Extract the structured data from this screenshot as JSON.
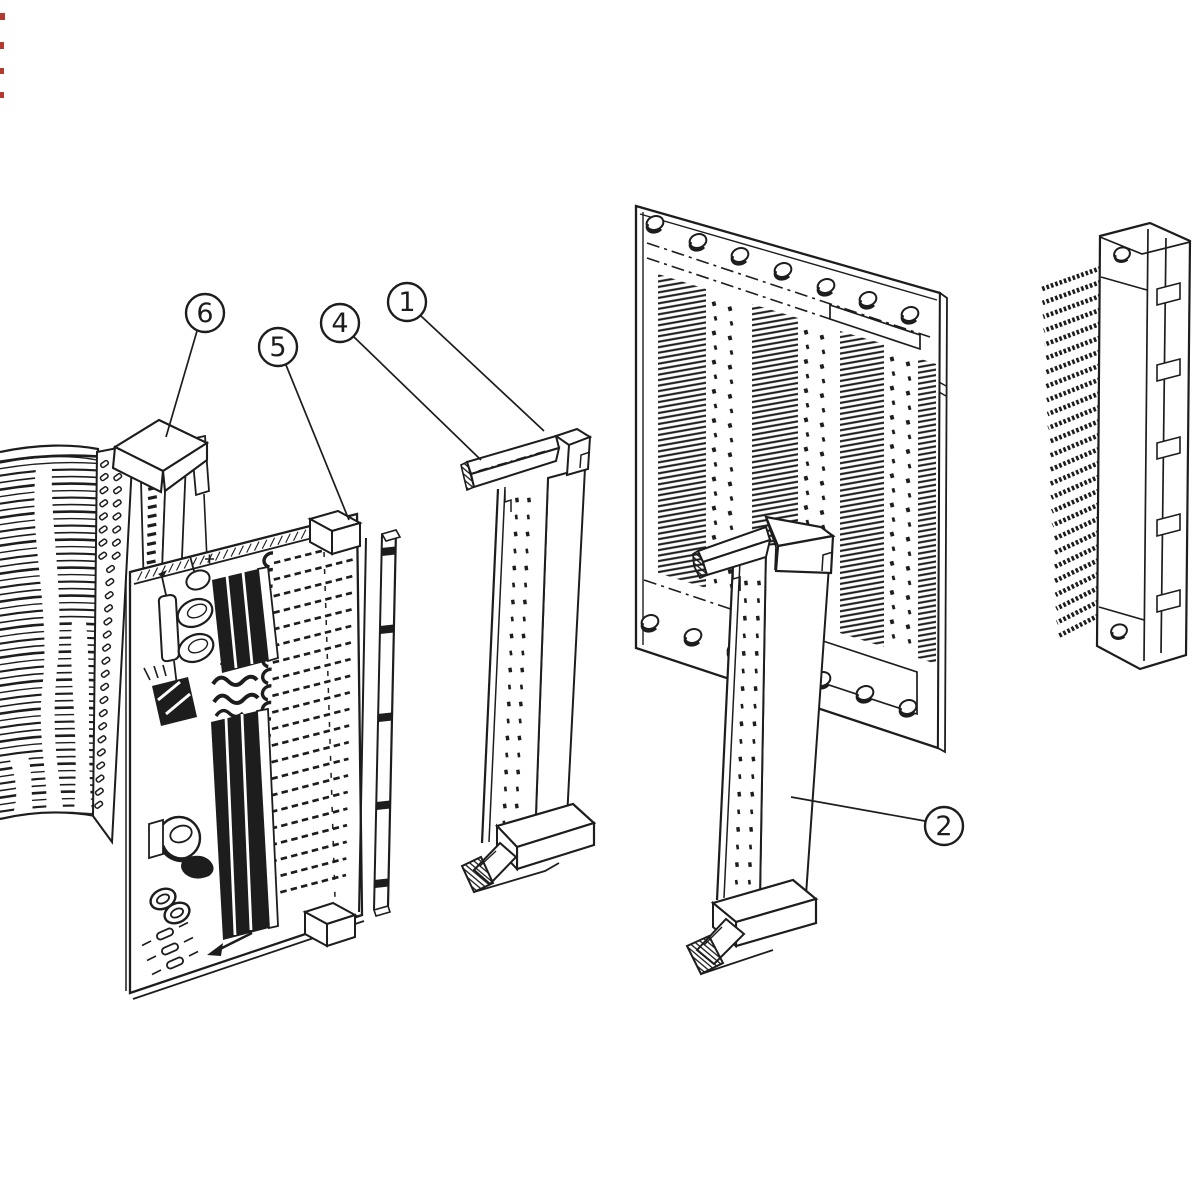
{
  "figure": {
    "kind": "exploded-parts-line-drawing",
    "callouts": [
      {
        "label": "1"
      },
      {
        "label": "2"
      },
      {
        "label": "4"
      },
      {
        "label": "5"
      },
      {
        "label": "6"
      }
    ]
  },
  "colors": {
    "ink": "#1d1d1d",
    "paper": "#ffffff",
    "artifact": "#b33a2e"
  }
}
